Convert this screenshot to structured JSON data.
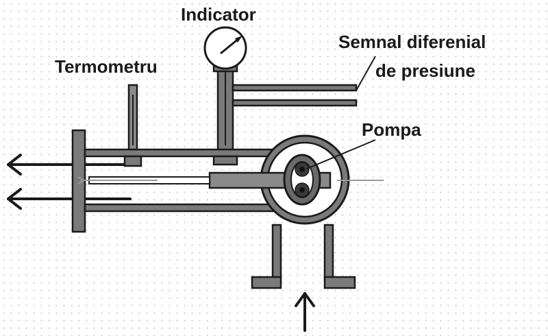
{
  "labels": {
    "indicator": "Indicator",
    "termometru": "Termometru",
    "semnal_line1": "Semnal diferenial",
    "semnal_line2": "de presiune",
    "pompa": "Pompa"
  },
  "colors": {
    "outline": "#1a1a1a",
    "wall_fill": "#7a7a7a",
    "flow_arrow_light": "#9a9a9a",
    "pump_dark": "#3a3a3a"
  }
}
